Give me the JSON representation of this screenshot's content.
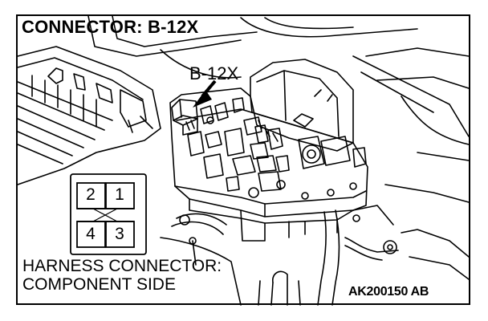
{
  "figure": {
    "title": "CONNECTOR: B-12X",
    "callout_label": "B-12X",
    "caption_line1": "HARNESS CONNECTOR:",
    "caption_line2": "COMPONENT SIDE",
    "figure_code": "AK200150 AB"
  },
  "connector_pins": {
    "top_left": "2",
    "top_right": "1",
    "bottom_left": "4",
    "bottom_right": "3"
  },
  "colors": {
    "ink": "#000000",
    "paper": "#ffffff"
  }
}
